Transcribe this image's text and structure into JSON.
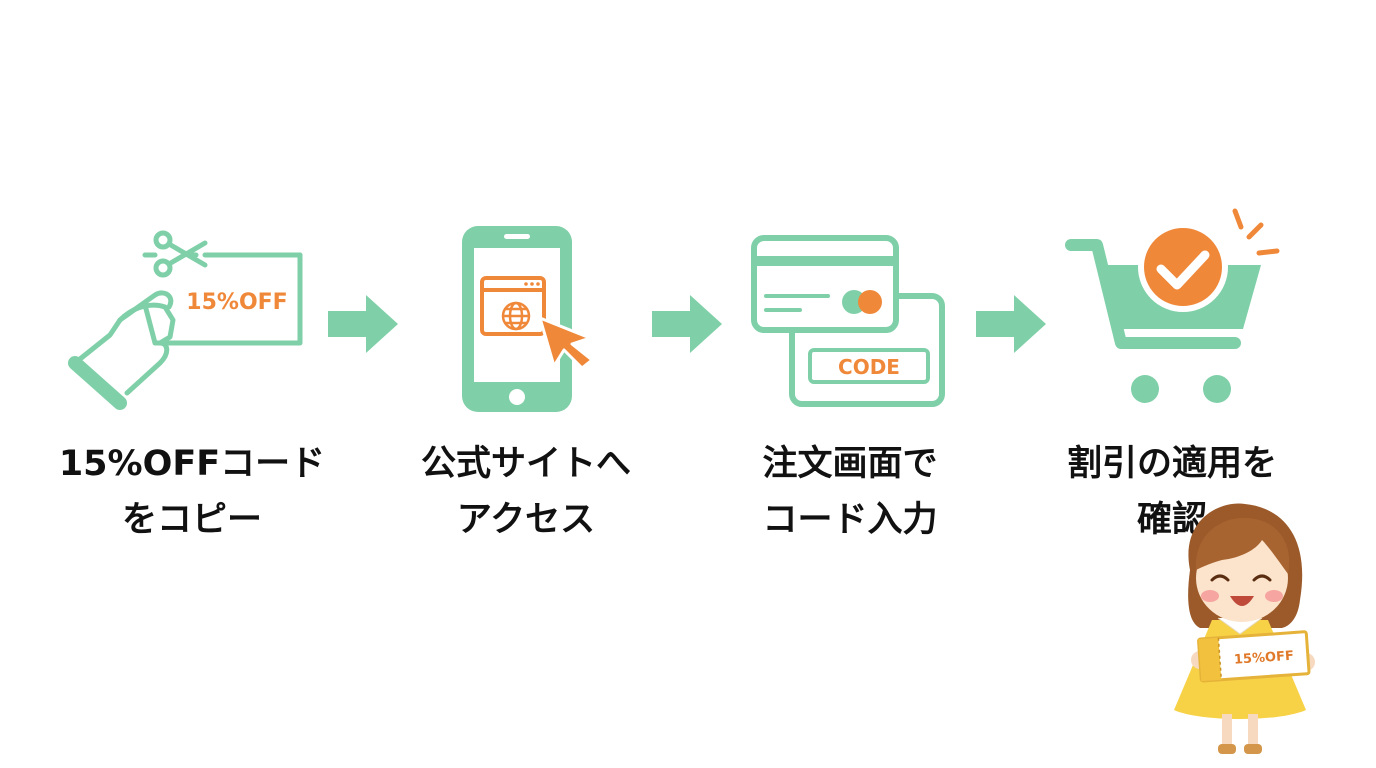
{
  "colors": {
    "green": "#7fd0a8",
    "orange": "#f0883a",
    "text": "#111111"
  },
  "steps": [
    {
      "icon": "hand-coupon-icon",
      "coupon_label": "15%OFF",
      "lines": [
        "15%OFFコード",
        "をコピー"
      ]
    },
    {
      "icon": "smartphone-browser-icon",
      "lines": [
        "公式サイトへ",
        "アクセス"
      ]
    },
    {
      "icon": "order-form-icon",
      "code_label": "CODE",
      "lines": [
        "注文画面で",
        "コード入力"
      ]
    },
    {
      "icon": "cart-check-icon",
      "lines": [
        "割引の適用を",
        "確認"
      ]
    }
  ],
  "mascot": {
    "coupon_label": "15%OFF"
  }
}
